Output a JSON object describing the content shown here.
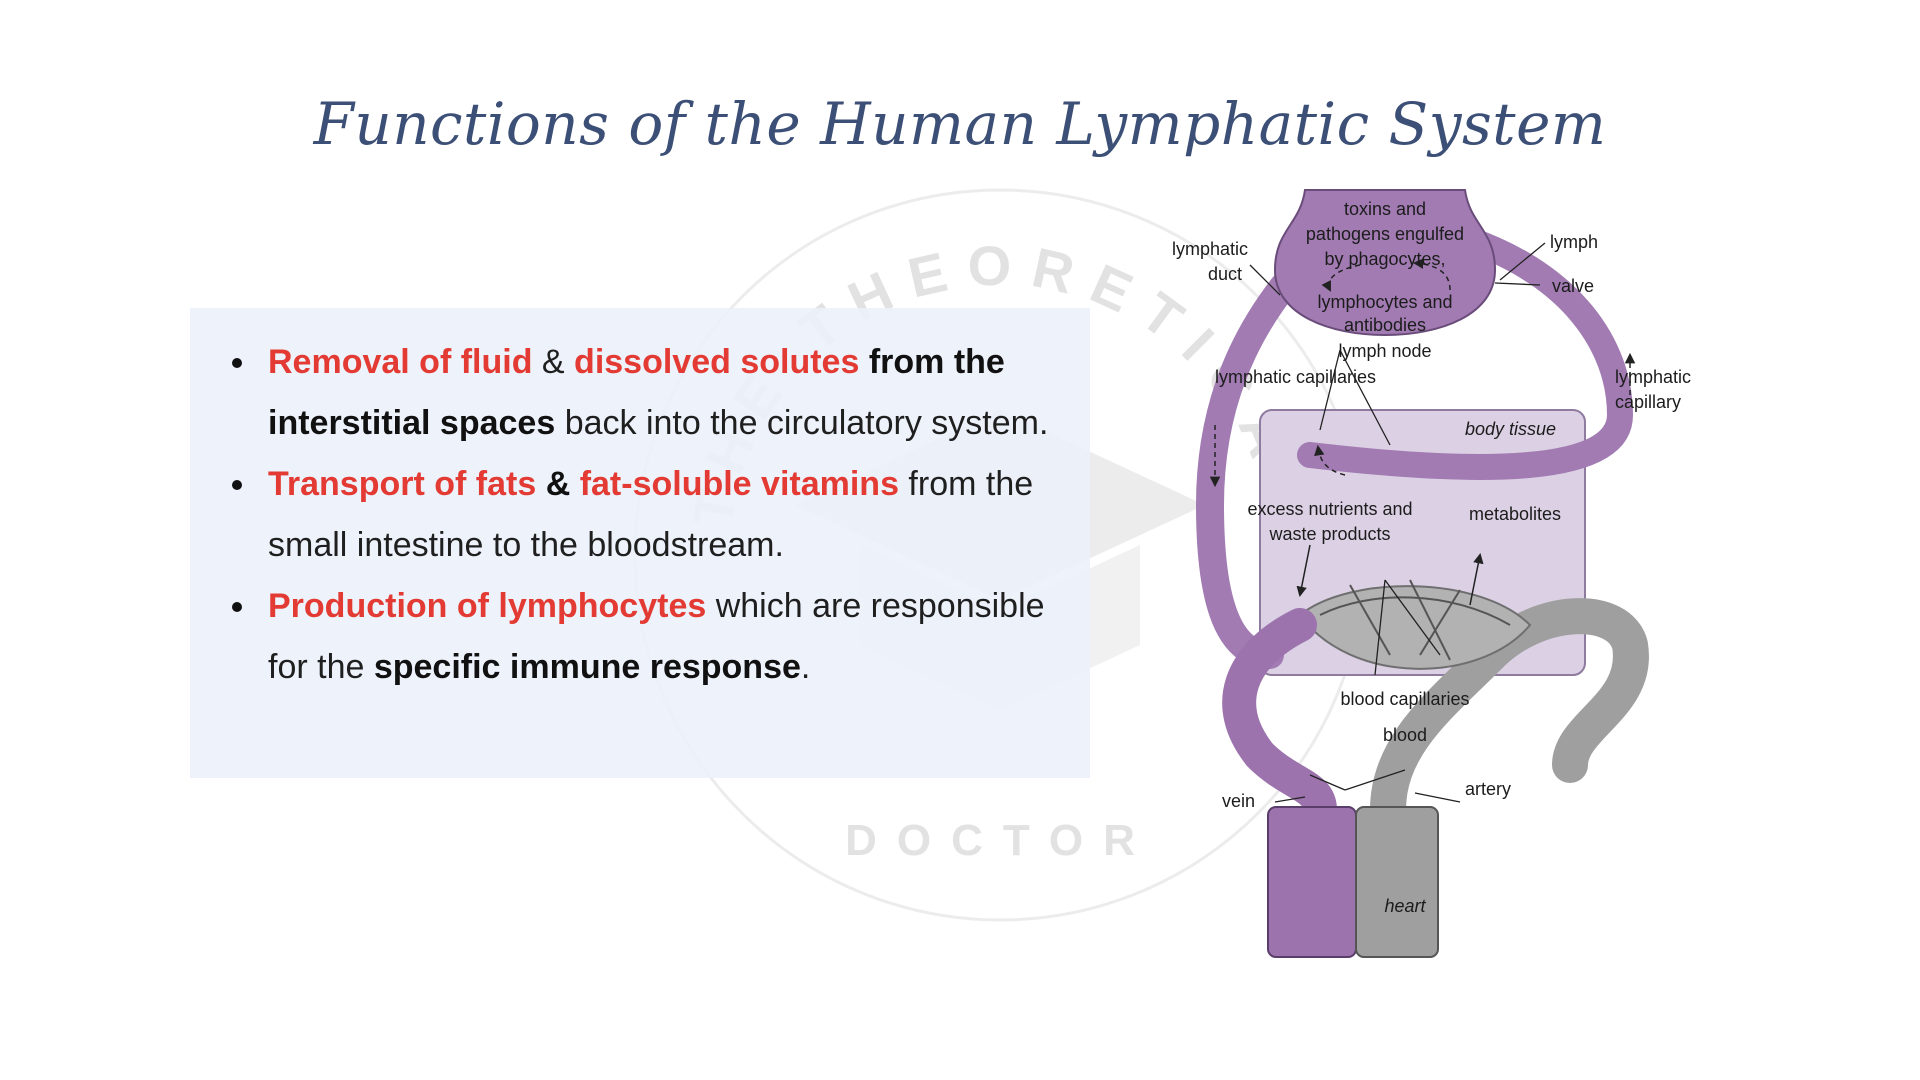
{
  "title": "Functions of the Human Lymphatic System",
  "watermark": {
    "top_text": "THE THEORETICAL",
    "bottom_text": "DOCTOR"
  },
  "bullets": [
    {
      "segments": [
        {
          "text": "Removal of fluid",
          "style": "red"
        },
        {
          "text": " & ",
          "style": "plain"
        },
        {
          "text": "dissolved solutes",
          "style": "red"
        },
        {
          "text": " from the interstitial spaces",
          "style": "bold"
        },
        {
          "text": " back into the circulatory system.",
          "style": "plain"
        }
      ]
    },
    {
      "segments": [
        {
          "text": "Transport of fats",
          "style": "red"
        },
        {
          "text": " & ",
          "style": "bold"
        },
        {
          "text": "fat-soluble vitamins",
          "style": "red"
        },
        {
          "text": " from the small intestine to the bloodstream.",
          "style": "plain"
        }
      ]
    },
    {
      "segments": [
        {
          "text": "Production of lymphocytes",
          "style": "red"
        },
        {
          "text": " which are responsible for the ",
          "style": "plain"
        },
        {
          "text": "specific immune response",
          "style": "bold"
        },
        {
          "text": ".",
          "style": "plain"
        }
      ]
    }
  ],
  "diagram": {
    "labels": {
      "node_text_1": "toxins and",
      "node_text_2": "pathogens engulfed",
      "node_text_3": "by phagocytes,",
      "node_text_4": "lymphocytes and",
      "node_text_5": "antibodies",
      "lymphatic_duct_1": "lymphatic",
      "lymphatic_duct_2": "duct",
      "lymph": "lymph",
      "valve": "valve",
      "lymph_node": "lymph node",
      "lymphatic_capillaries": "lymphatic capillaries",
      "lymphatic_capillary_1": "lymphatic",
      "lymphatic_capillary_2": "capillary",
      "body_tissue": "body tissue",
      "excess_1": "excess nutrients and",
      "excess_2": "waste products",
      "metabolites": "metabolites",
      "blood_capillaries": "blood capillaries",
      "blood": "blood",
      "vein": "vein",
      "artery": "artery",
      "heart": "heart"
    },
    "colors": {
      "lymph_vessel": "#a17bb2",
      "blood_vessel": "#9f9f9f",
      "tissue": "#dcd0e4",
      "vein": "#9c73ad"
    }
  }
}
